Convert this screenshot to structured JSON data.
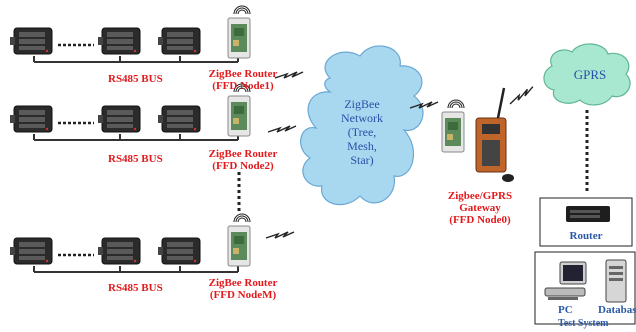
{
  "rows": [
    {
      "bus_label": "RS485 BUS",
      "router_line1": "ZigBee Router",
      "router_line2": "(FFD Node1)"
    },
    {
      "bus_label": "RS485 BUS",
      "router_line1": "ZigBee Router",
      "router_line2": "(FFD Node2)"
    },
    {
      "bus_label": "RS485 BUS",
      "router_line1": "ZigBee Router",
      "router_line2": "(FFD NodeM)"
    }
  ],
  "cloud": {
    "l1": "ZigBee",
    "l2": "Network",
    "l3": "(Tree,",
    "l4": "Mesh,",
    "l5": "Star)"
  },
  "gprs": "GPRS",
  "gateway": {
    "l1": "Zigbee/GPRS",
    "l2": "Gateway",
    "l3": "(FFD Node0)"
  },
  "router_box": "Router",
  "pc": "PC",
  "database": "Databas",
  "system_label": "Test System",
  "colors": {
    "label_red": "#e31a1c",
    "label_blue": "#2a5aa6",
    "cloud_fill": "#a8d8f0",
    "gprs_fill": "#a8e8d0"
  }
}
